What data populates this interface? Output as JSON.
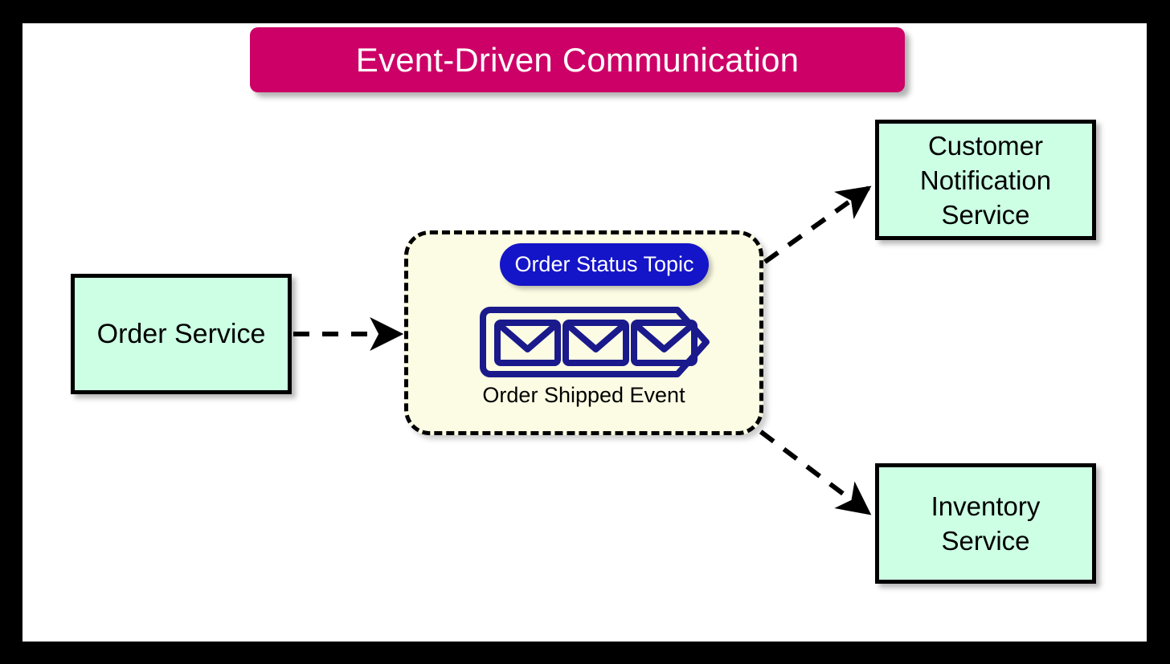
{
  "diagram": {
    "title": "Event-Driven Communication",
    "title_bg_color": "#cc0066",
    "title_text_color": "#ffffff",
    "canvas_bg_color": "#ffffff",
    "frame_color": "#000000"
  },
  "nodes": {
    "order_service": {
      "label": "Order Service",
      "fill_color": "#ccffe4",
      "border_color": "#000000"
    },
    "customer_notification_service": {
      "label": "Customer\nNotification\nService",
      "line1": "Customer",
      "line2": "Notification",
      "line3": "Service",
      "fill_color": "#ccffe4",
      "border_color": "#000000"
    },
    "inventory_service": {
      "label": "Inventory\nService",
      "line1": "Inventory",
      "line2": "Service",
      "fill_color": "#ccffe4",
      "border_color": "#000000"
    }
  },
  "topic": {
    "pill_label": "Order Status Topic",
    "pill_color": "#1414c8",
    "pill_text_color": "#ffffff",
    "container_fill": "#fcfce4",
    "container_border": "#000000",
    "container_border_style": "dashed",
    "event_label": "Order Shipped Event",
    "queue_color": "#1a1a8c",
    "message_count": 3
  },
  "edges": [
    {
      "id": "order-to-topic",
      "from": "order_service",
      "to": "topic",
      "style": "dashed",
      "arrowhead": "filled",
      "label": ""
    },
    {
      "id": "topic-to-customer-notification",
      "from": "topic",
      "to": "customer_notification_service",
      "style": "dashed",
      "arrowhead": "filled",
      "label": ""
    },
    {
      "id": "topic-to-inventory",
      "from": "topic",
      "to": "inventory_service",
      "style": "dashed",
      "arrowhead": "filled",
      "label": ""
    }
  ]
}
